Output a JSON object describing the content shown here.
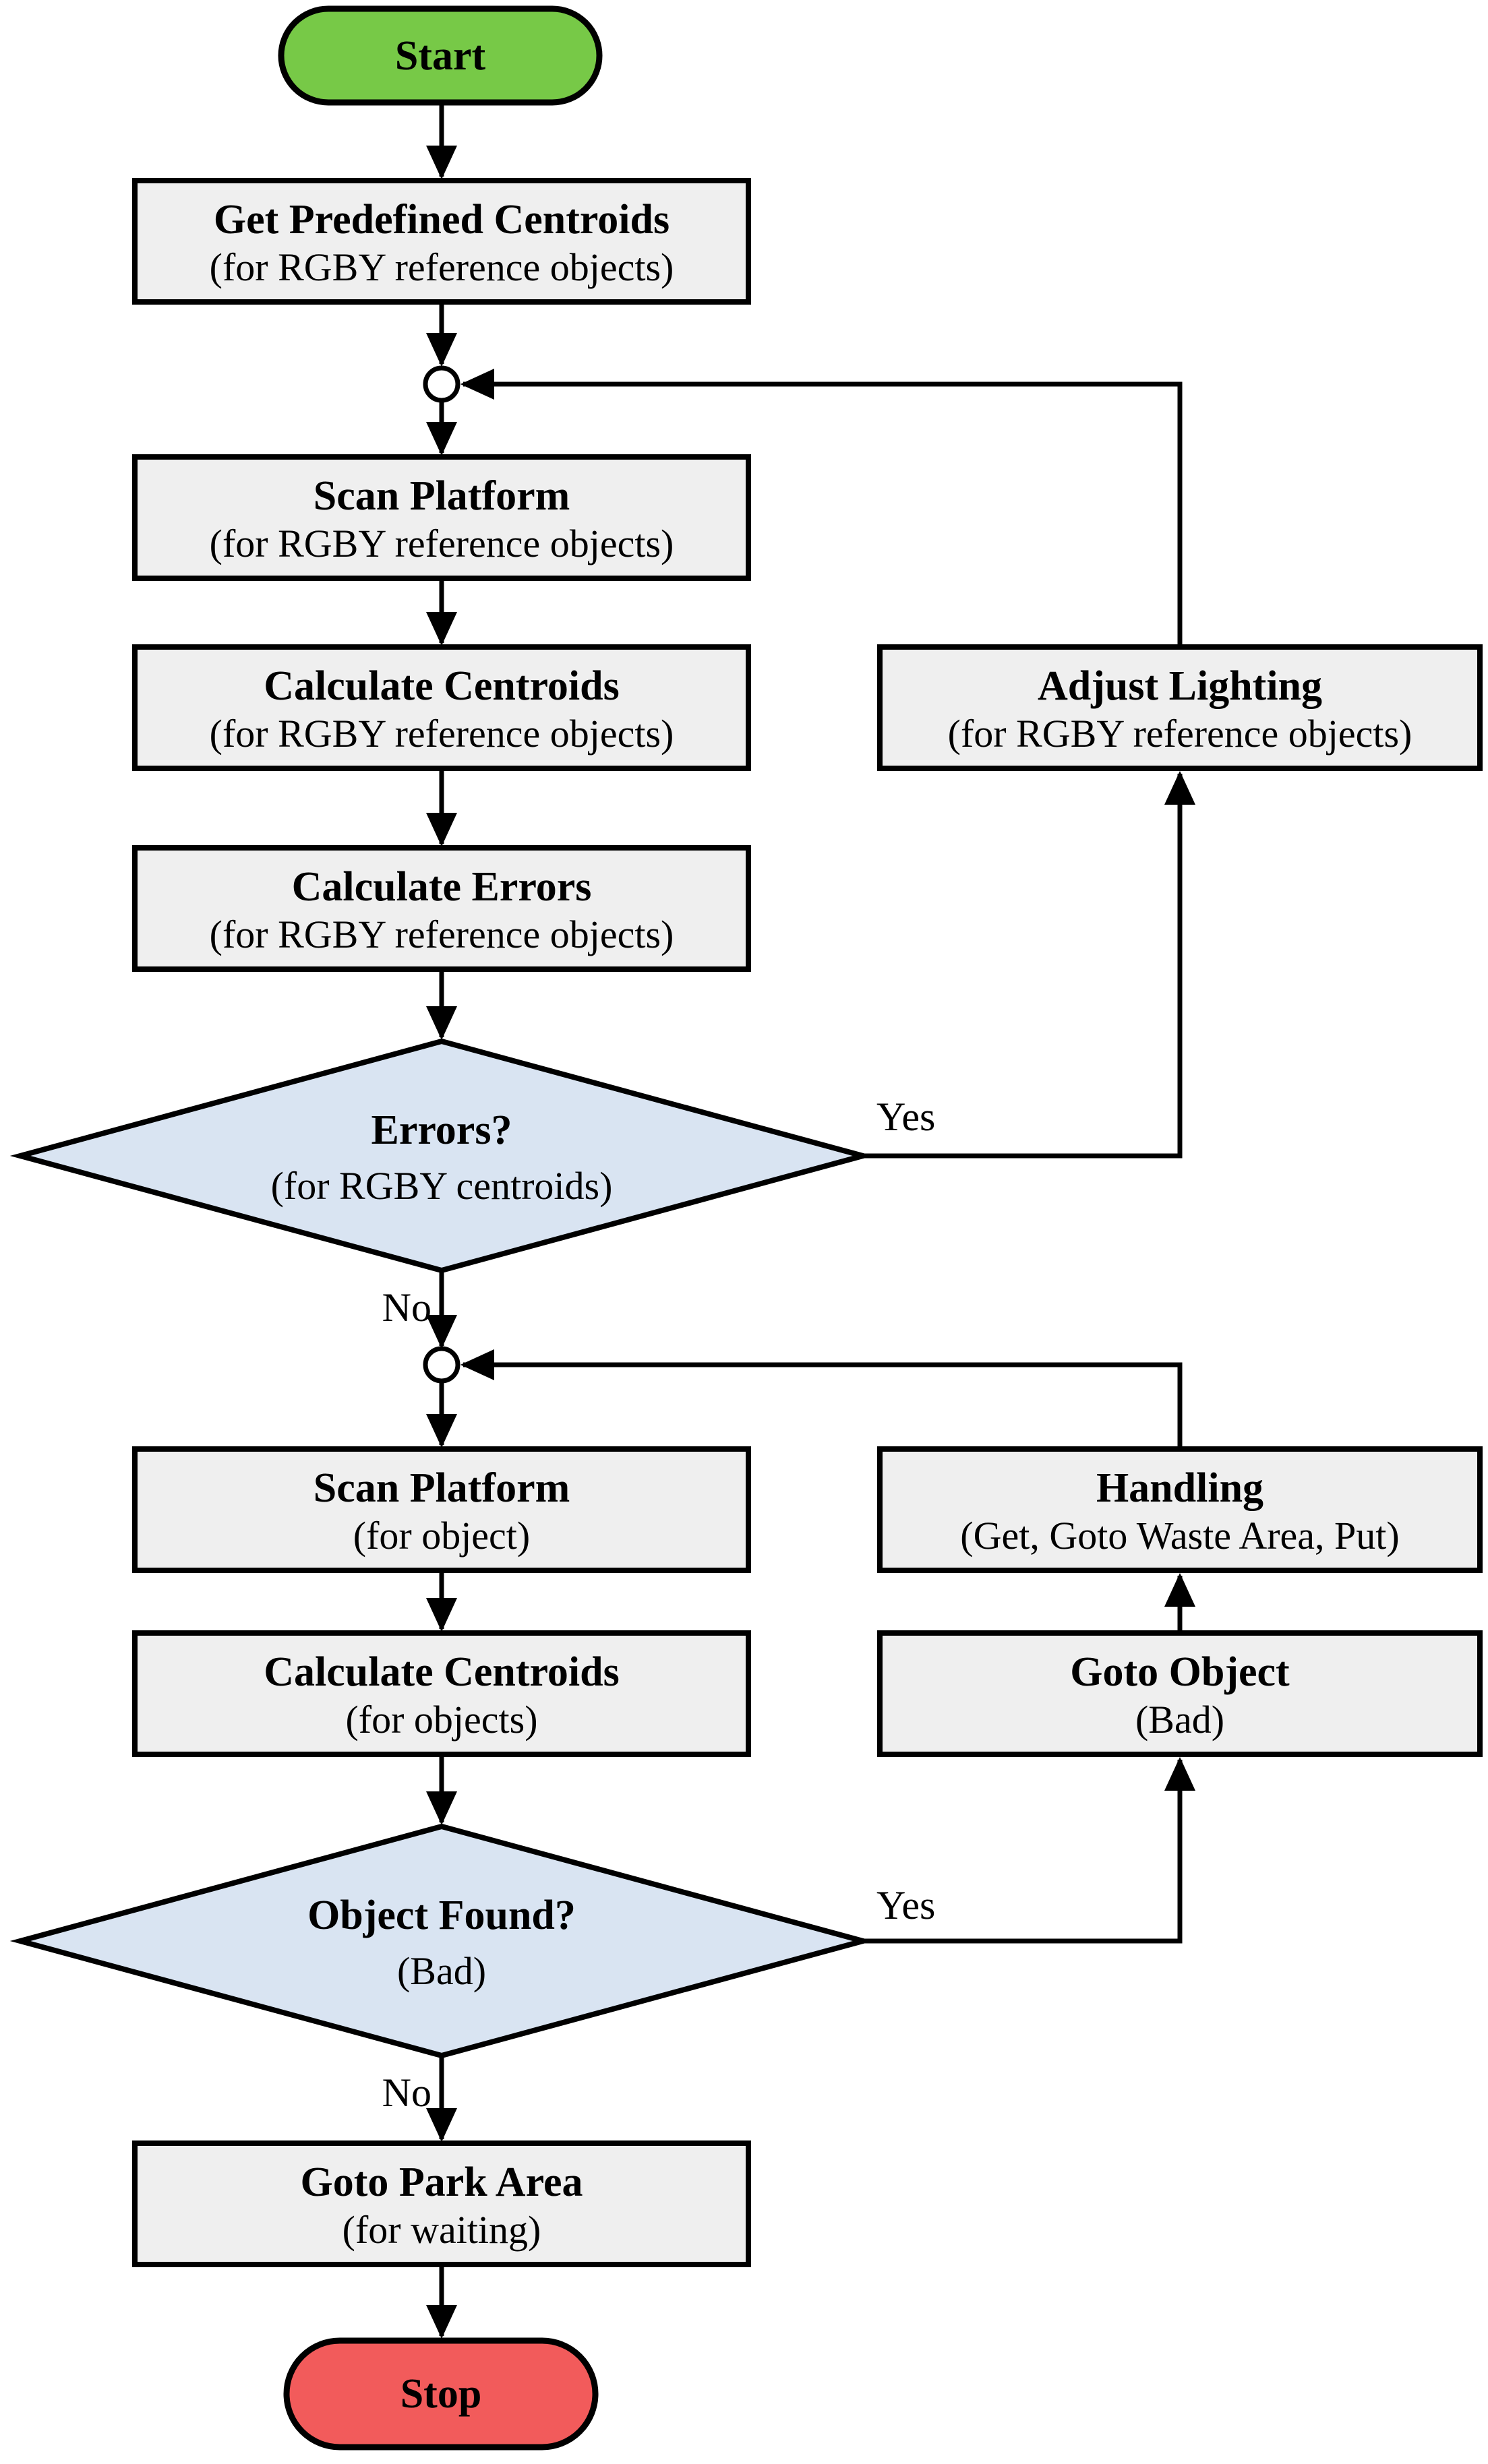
{
  "diagram": {
    "kind": "flowchart",
    "background": "#ffffff"
  },
  "colors": {
    "start_fill": "#77c947",
    "stop_fill": "#f25b5b",
    "process_fill": "#efefef",
    "decision_fill": "#d9e4f2",
    "junction_fill": "#ffffff",
    "outline": "#000000"
  },
  "nodes": {
    "start": {
      "type": "terminator",
      "label": "Start"
    },
    "get_predefined_centroids": {
      "type": "process",
      "title": "Get Predefined Centroids",
      "subtitle": "(for RGBY reference objects)"
    },
    "junction_1": {
      "type": "junction"
    },
    "scan_platform_rgby": {
      "type": "process",
      "title": "Scan Platform",
      "subtitle": "(for RGBY reference objects)"
    },
    "calculate_centroids_rgby": {
      "type": "process",
      "title": "Calculate Centroids",
      "subtitle": "(for RGBY reference objects)"
    },
    "calculate_errors_rgby": {
      "type": "process",
      "title": "Calculate Errors",
      "subtitle": "(for RGBY reference objects)"
    },
    "errors_decision": {
      "type": "decision",
      "title": "Errors?",
      "subtitle": "(for RGBY centroids)"
    },
    "adjust_lighting": {
      "type": "process",
      "title": "Adjust Lighting",
      "subtitle": "(for RGBY reference objects)"
    },
    "junction_2": {
      "type": "junction"
    },
    "scan_platform_object": {
      "type": "process",
      "title": "Scan Platform",
      "subtitle": "(for object)"
    },
    "calculate_centroids_objects": {
      "type": "process",
      "title": "Calculate Centroids",
      "subtitle": "(for objects)"
    },
    "object_found_decision": {
      "type": "decision",
      "title": "Object Found?",
      "subtitle": "(Bad)"
    },
    "goto_object": {
      "type": "process",
      "title": "Goto Object",
      "subtitle": "(Bad)"
    },
    "handling": {
      "type": "process",
      "title": "Handling",
      "subtitle": "(Get, Goto Waste Area, Put)"
    },
    "goto_park_area": {
      "type": "process",
      "title": "Goto Park Area",
      "subtitle": "(for waiting)"
    },
    "stop": {
      "type": "terminator",
      "label": "Stop"
    }
  },
  "edge_labels": {
    "errors_yes": "Yes",
    "errors_no": "No",
    "object_found_yes": "Yes",
    "object_found_no": "No"
  }
}
